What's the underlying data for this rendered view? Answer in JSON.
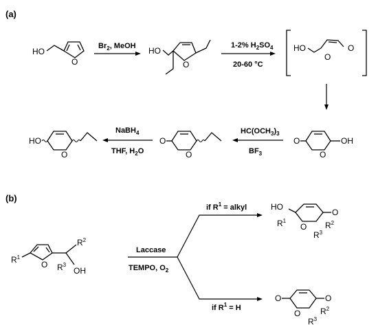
{
  "panels": {
    "a": "(a)",
    "b": "(b)"
  },
  "atoms": {
    "ho": "HO",
    "o": "O",
    "oh": "OH",
    "h": "H",
    "r": "R",
    "n1": "1",
    "n2": "2",
    "n3": "3",
    "n3b": "3"
  },
  "conditions": {
    "bromination": {
      "main": "Br",
      "sub": "2",
      "rest": ", MeOH"
    },
    "hydrolysis": {
      "acid_main": "1-2% H",
      "acid_sub": "SO",
      "acid_sub2": "4",
      "acid_sub_n": "2",
      "temperature": "20-60 °C"
    },
    "methylation": {
      "reagent_main": "HC(OCH",
      "reagent_sub": "3",
      "reagent_end": ")",
      "reagent_sub2": "3",
      "catalyst_main": "BF",
      "catalyst_sub": "3"
    },
    "reduction": {
      "reagent_main": "NaBH",
      "reagent_sub": "4",
      "solvent_main": "THF, H",
      "solvent_sub": "2",
      "solvent_end": "O"
    },
    "laccase": {
      "enzyme": "Laccase",
      "mediator_main": "TEMPO, O",
      "mediator_sub": "2"
    },
    "branch_alkyl": {
      "text": "if R",
      "sup": "1",
      "rest": " = alkyl"
    },
    "branch_h": {
      "text": "if R",
      "sup": "1",
      "rest": " = H"
    }
  },
  "colors": {
    "ink": "#000000",
    "background": "#ffffff"
  }
}
